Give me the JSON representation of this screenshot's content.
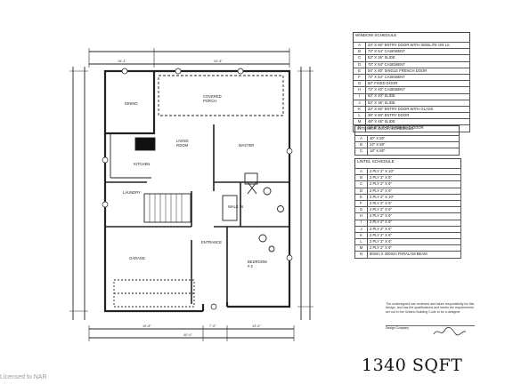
{
  "rooms": {
    "dining": "DINING",
    "covered_porch": "COVERED\nPORCH",
    "living_room": "LIVING\nROOM",
    "master": "MASTER",
    "kitchen": "KITCHEN",
    "laundry": "LAUNDRY",
    "walk_in": "WALK IN",
    "entrance": "ENTRANCE",
    "garage": "GARAGE",
    "bedroom2": "BEDROOM\n# 2"
  },
  "dimensions": {
    "overall_width": "40'-0\"",
    "top_left": "15'-4\"",
    "top_right": "24'-8\"",
    "garage_bottom": "19'-8\"",
    "entry_bottom": "7'-0\"",
    "right_bottom": "13'-0\""
  },
  "window_schedule": {
    "title": "WINDOW SCHEDULE",
    "rows": [
      [
        "A",
        "34\" X 80\" ENTRY DOOR WITH SIDELITE ON LS"
      ],
      [
        "B",
        "72\" X 54\" CASEMENT"
      ],
      [
        "C",
        "52\" X 36\" SLIDE"
      ],
      [
        "D",
        "72\" X 54\" CASEMENT"
      ],
      [
        "E",
        "54\" X 80\" SINGLE FRENCH DOOR"
      ],
      [
        "F",
        "72\" X 54\" CASEMENT"
      ],
      [
        "G",
        "60\" FIXED DOOR"
      ],
      [
        "H",
        "72\" X 40\" CASEMENT"
      ],
      [
        "I",
        "52\" X 40\" SLIDE"
      ],
      [
        "J",
        "52\" X 36\" SLIDE"
      ],
      [
        "K",
        "32\" X 80\" ENTRY DOOR WITH GLASS"
      ],
      [
        "L",
        "36\" X 80\" ENTRY DOOR"
      ],
      [
        "M",
        "48\" X 48\" SLIDE"
      ],
      [
        "N",
        "16'-0\" X 7'-0\" OVERHEAD DOOR"
      ]
    ]
  },
  "interior_door_schedule": {
    "title": "INTERIOR DOOR SCHEDULE",
    "rows": [
      [
        "A",
        "30\" X 80\""
      ],
      [
        "B",
        "24\" X 80\""
      ],
      [
        "C",
        "18\" X 80\""
      ]
    ]
  },
  "lintel_schedule": {
    "title": "LINTEL SCHEDULE",
    "rows": [
      [
        "A",
        "2 PLY 2\" X 10\""
      ],
      [
        "B",
        "2 PLY 2\" X 8\""
      ],
      [
        "C",
        "2 PLY 2\" X 6\""
      ],
      [
        "D",
        "2 PLY 2\" X 6\""
      ],
      [
        "E",
        "2 PLY 2\" X 10\""
      ],
      [
        "F",
        "2 PLY 2\" X 6\""
      ],
      [
        "G",
        "2 PLY 2\" X 6\""
      ],
      [
        "H",
        "2 PLY 2\" X 6\""
      ],
      [
        "I",
        "2 PLY 2\" X 6\""
      ],
      [
        "J",
        "2 PLY 2\" X 6\""
      ],
      [
        "K",
        "2 PLY 2\" X 6\""
      ],
      [
        "L",
        "2 PLY 2\" X 6\""
      ],
      [
        "M",
        "2 PLY 2\" X 6\""
      ],
      [
        "N",
        "80mm X 300mm PARALAM BEAM"
      ]
    ]
  },
  "notes": {
    "text": "The undersigned has reviewed and takes responsibility for this design, and has the qualifications and meets the requirements set out in the Ontario Building Code to be a designer.",
    "signature_label": "Design Company"
  },
  "area_label": "1340 SQFT",
  "watermark": "Licensed to NAR"
}
